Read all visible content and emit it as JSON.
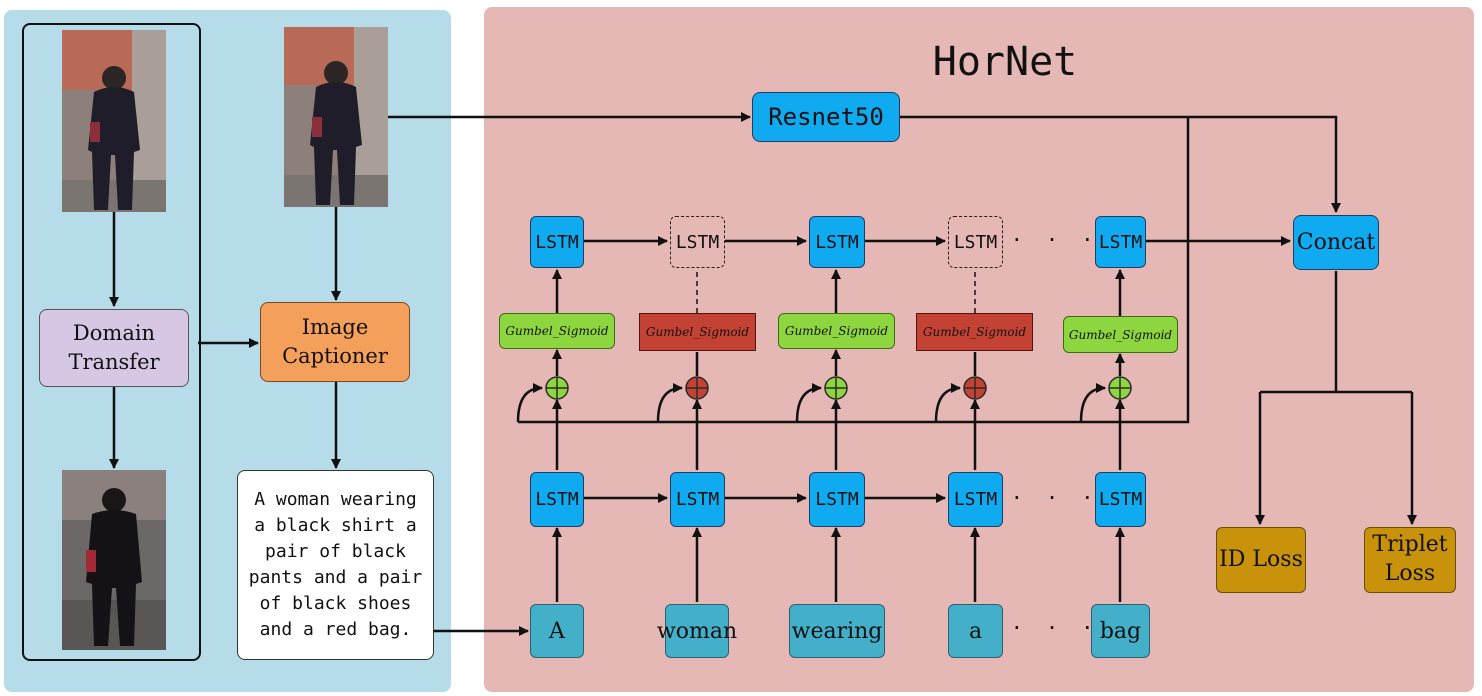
{
  "diagram": {
    "title": "HorNet",
    "left_panel": {
      "domain_transfer": [
        "Domain",
        "Transfer"
      ],
      "image_captioner": [
        "Image",
        "Captioner"
      ],
      "caption_lines": [
        "A woman wearing",
        "a black shirt a",
        "pair of black",
        "pants and a pair",
        "of black shoes",
        "and a red bag."
      ]
    },
    "resnet": "Resnet50",
    "concat": "Concat",
    "lstm_label": "LSTM",
    "gumbel_label": "Gumbel_Sigmoid",
    "words": [
      "A",
      "woman",
      "wearing",
      "a",
      "bag"
    ],
    "ellipsis": "· · ·",
    "losses": {
      "id_loss": [
        "ID Loss"
      ],
      "triplet_loss": [
        "Triplet",
        "Loss"
      ]
    },
    "gate_states": [
      "on",
      "off",
      "on",
      "off",
      "on"
    ],
    "colors": {
      "left_panel_bg": "#b5dce8",
      "right_panel_bg": "#e5b8b6",
      "lstm": "#10aaf0",
      "gumbel_on": "#8ed640",
      "gumbel_off": "#c44234",
      "domain_transfer": "#d6c8e4",
      "image_captioner": "#f4a05a",
      "loss": "#c8920b"
    },
    "icons": [
      "person-photo",
      "plus-circle-icon"
    ]
  }
}
